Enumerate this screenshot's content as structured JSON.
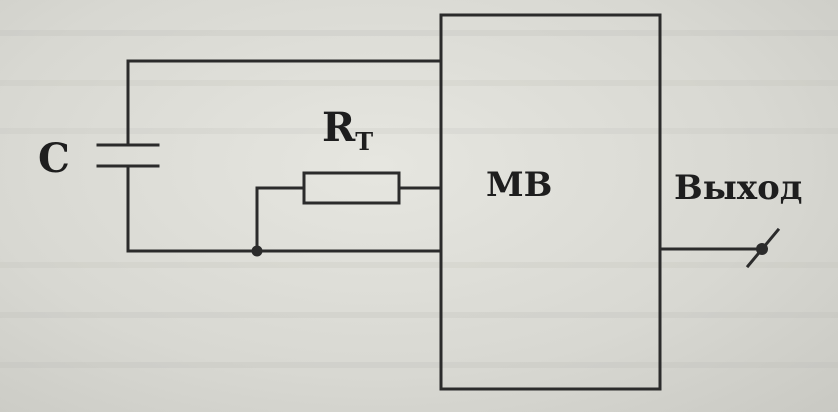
{
  "diagram": {
    "capacitor_label": "C",
    "resistor_label_main": "R",
    "resistor_label_sub": "T",
    "block_label": "MB",
    "output_label": "Выход"
  },
  "colors": {
    "line": "#2b2b2b",
    "paper": "#dcdcd6"
  }
}
